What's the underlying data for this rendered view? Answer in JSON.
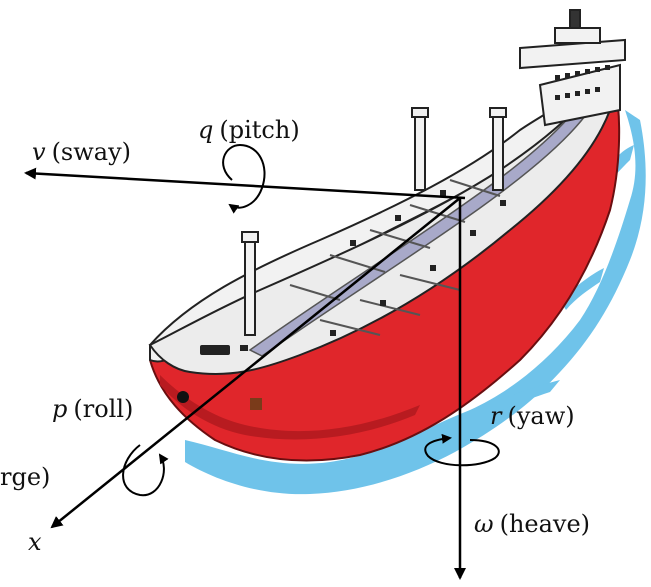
{
  "labels": {
    "sway": {
      "symbol": "v",
      "text": "(sway)"
    },
    "pitch": {
      "symbol": "q",
      "text": "(pitch)"
    },
    "roll": {
      "symbol": "p",
      "text": "(roll)"
    },
    "yaw": {
      "symbol": "r",
      "text": "(yaw)"
    },
    "heave": {
      "symbol": "ω",
      "text": "(heave)"
    },
    "surge_fragment": "rge)",
    "x_axis": "x"
  },
  "colors": {
    "hull_red": "#e0262b",
    "deck_white": "#f2f2f2",
    "pipe_gray": "#a8a9c9",
    "water_blue": "#6fc3ea",
    "axis_black": "#000000"
  }
}
